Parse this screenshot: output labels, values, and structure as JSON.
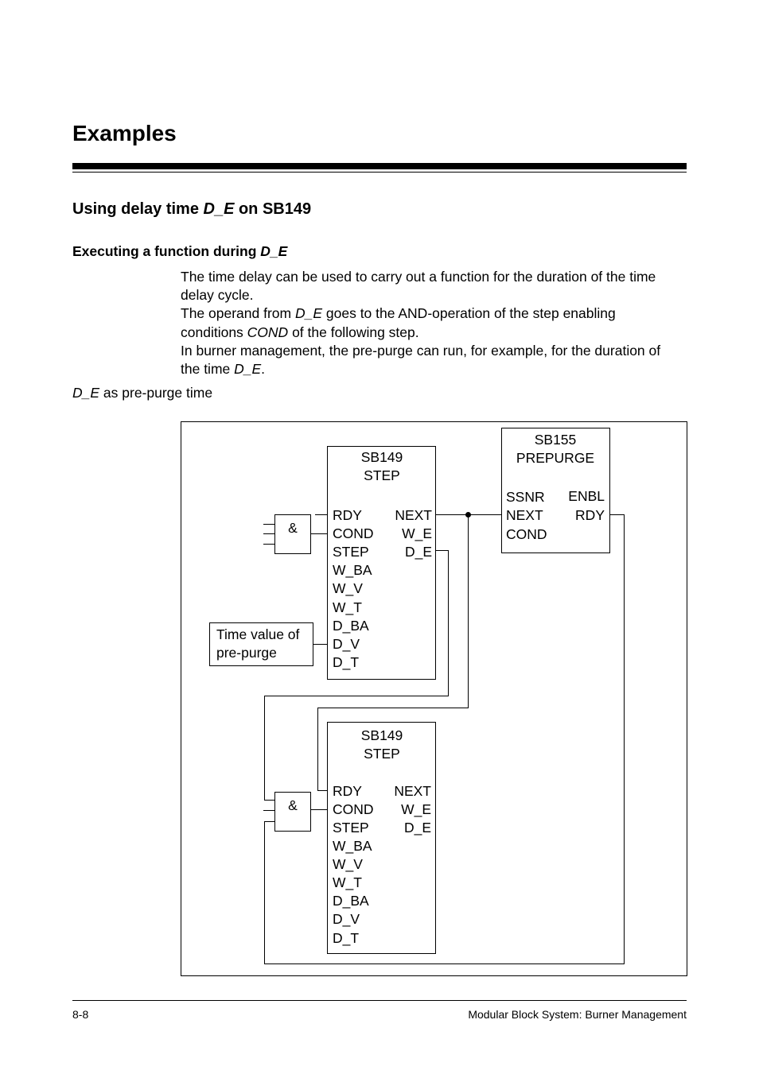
{
  "chapter_title": "Examples",
  "section_title": {
    "prefix": "Using delay time ",
    "italic": "D_E",
    "suffix": " on SB149"
  },
  "subsection_title": {
    "prefix": "Executing a function during ",
    "italic": "D_E"
  },
  "paragraphs": {
    "p1": "The time delay can be used to carry out a function for the duration of the time delay cycle.",
    "p2_a": "The operand from ",
    "p2_i1": "D_E",
    "p2_b": " goes to the AND-operation of the step enabling conditions ",
    "p2_i2": "COND",
    "p2_c": " of the following step.",
    "p3_a": "In burner management, the pre-purge can run, for example, for the duration of the time ",
    "p3_i": "D_E",
    "p3_b": "."
  },
  "caption": {
    "italic": "D_E",
    "text": " as pre-purge time"
  },
  "diagram": {
    "step_block_1": {
      "title1": "SB149",
      "title2": "STEP",
      "inputs": [
        "RDY",
        "COND",
        "STEP",
        "W_BA",
        "W_V",
        "W_T",
        "D_BA",
        "D_V",
        "D_T"
      ],
      "outputs": [
        "NEXT",
        "W_E",
        "D_E"
      ]
    },
    "step_block_2": {
      "title1": "SB149",
      "title2": "STEP",
      "inputs": [
        "RDY",
        "COND",
        "STEP",
        "W_BA",
        "W_V",
        "W_T",
        "D_BA",
        "D_V",
        "D_T"
      ],
      "outputs": [
        "NEXT",
        "W_E",
        "D_E"
      ]
    },
    "prepurge_block": {
      "title1": "SB155",
      "title2": "PREPURGE",
      "inputs": [
        "SSNR",
        "NEXT",
        "COND"
      ],
      "outputs": [
        "ENBL",
        "RDY"
      ]
    },
    "and_gate_symbol": "&",
    "time_value_box": {
      "line1": "Time value of",
      "line2": "pre-purge"
    }
  },
  "footer": {
    "page_number": "8-8",
    "document_title": "Modular Block System: Burner Management"
  }
}
